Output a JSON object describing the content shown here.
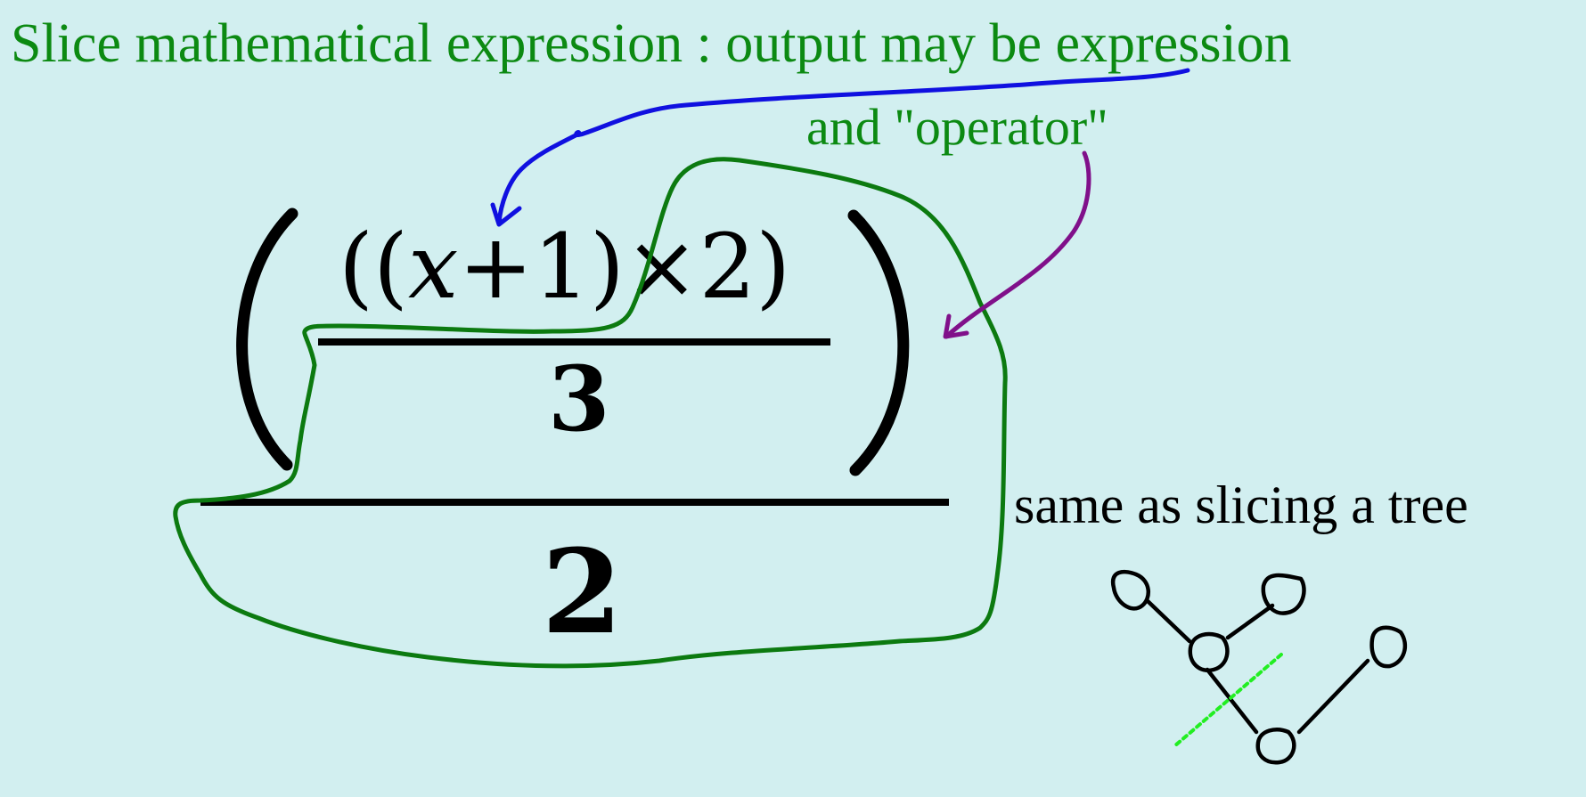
{
  "annotations": {
    "title_line1": "Slice mathematical expression : output may be expression",
    "title_line2": "and \"operator\"",
    "tree_note": "same as slicing a tree"
  },
  "expression": {
    "numerator_open": "((",
    "variable": "x",
    "numerator_mid": "+1)×2)",
    "inner_denominator": "3",
    "outer_denominator": "2"
  },
  "colors": {
    "background": "#d2eff0",
    "annotation_text": "#0c8a12",
    "slice_outline": "#0c7a10",
    "arrow_expression": "#1010e0",
    "arrow_operator": "#80108a",
    "cut_line": "#22ee22"
  },
  "icons": {
    "expression_arrow": "arrow-to-expression-icon",
    "operator_arrow": "arrow-to-operator-icon",
    "tree": "tree-diagram-icon"
  }
}
